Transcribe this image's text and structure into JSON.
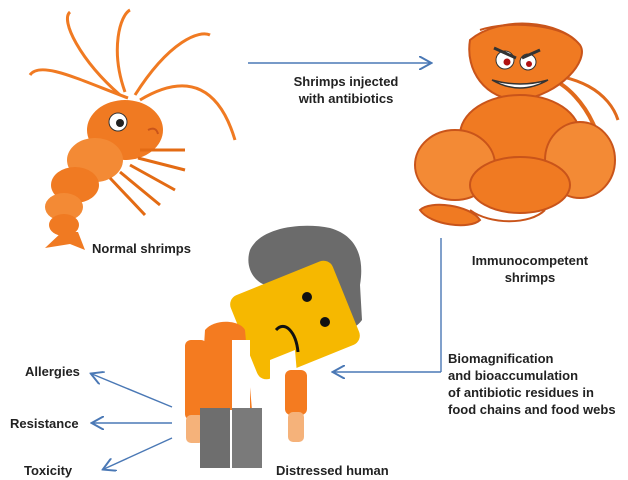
{
  "labels": {
    "arrow_caption_line1": "Shrimps injected",
    "arrow_caption_line2": "with antibiotics",
    "normal": "Normal shrimps",
    "immuno_line1": "Immunocompetent",
    "immuno_line2": "shrimps",
    "bio_line1": "Biomagnification",
    "bio_line2": "and bioaccumulation",
    "bio_line3": "of antibiotic residues in",
    "bio_line4": "food chains and food webs",
    "allergies": "Allergies",
    "resistance": "Resistance",
    "toxicity": "Toxicity",
    "human": "Distressed human"
  },
  "colors": {
    "arrow": "#4a78b5",
    "shrimp": "#f07a22",
    "shrimp_dark": "#c9541a",
    "shirt": "#f47b20",
    "face": "#f6b800",
    "hair": "#6b6b6b",
    "pants": "#6e6e6e"
  }
}
